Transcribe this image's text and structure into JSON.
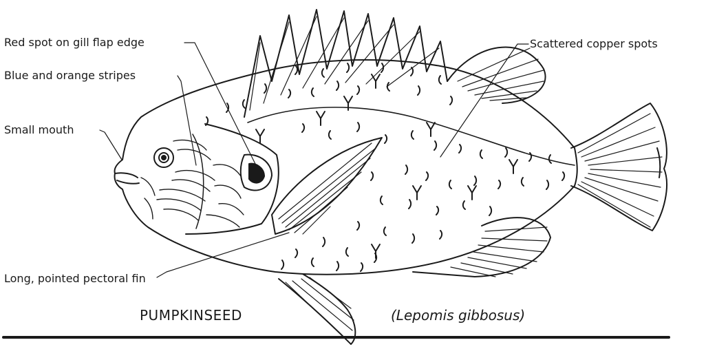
{
  "labels": {
    "red_spot": "Red spot on gill flap edge",
    "stripes": "Blue and orange stripes",
    "mouth": "Small mouth",
    "copper_spots": "Scattered copper spots",
    "pectoral_fin": "Long, pointed pectoral fin"
  },
  "caption": {
    "common_name": "PUMPKINSEED",
    "scientific_name": "(Lepomis gibbosus)"
  },
  "colors": {
    "ink": "#1a1a1a",
    "background": "#ffffff"
  }
}
